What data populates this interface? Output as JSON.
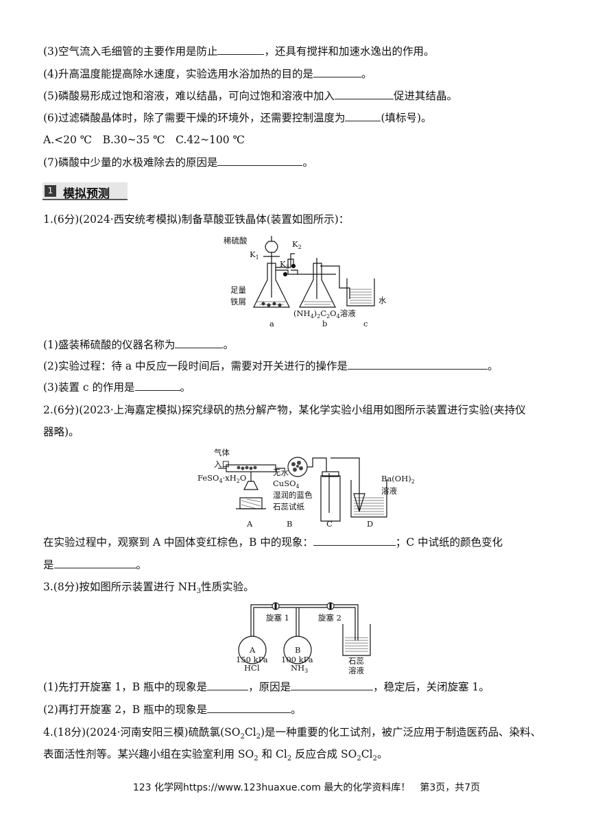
{
  "lines": {
    "q3": {
      "a": "(3)空气流入毛细管的主要作用是防止",
      "b": "，还具有搅拌和加速水逸出的作用。"
    },
    "q4": {
      "a": "(4)升高温度能提高除水速度，实验选用水浴加热的目的是",
      "b": "。"
    },
    "q5": {
      "a": "(5)磷酸易形成过饱和溶液，难以结晶，可向过饱和溶液中加入",
      "b": "促进其结晶。"
    },
    "q6": {
      "a": "(6)过滤磷酸晶体时，除了需要干燥的环境外，还需要控制温度为",
      "b": "(填标号)。"
    },
    "q6_options": "A.<20 ℃　B.30~35 ℃　C.42~100 ℃",
    "q7": {
      "a": "(7)磷酸中少量的水极难除去的原因是",
      "b": "。"
    }
  },
  "section": {
    "num": "1",
    "title": "模拟预测"
  },
  "p1": {
    "stem": "1.(6分)(2024·西安统考模拟)制备草酸亚铁晶体(装置如图所示)：",
    "s1": {
      "a": "(1)盛装稀硫酸的仪器名称为",
      "b": "。"
    },
    "s2": {
      "a": "(2)实验过程：待 a 中反应一段时间后，需要对开关进行的操作是",
      "b": "。"
    },
    "s3": {
      "a": "(3)装置 c 的作用是",
      "b": "。"
    },
    "fig": {
      "acid": "稀硫酸",
      "k1": "K",
      "k1s": "1",
      "k2": "K",
      "k2s": "2",
      "k3": "K",
      "k3s": "3",
      "iron1": "足量",
      "iron2": "铁屑",
      "sol_a": "(NH",
      "sol_b": "4",
      "sol_c": ")",
      "sol_d": "2",
      "sol_e": "C",
      "sol_f": "2",
      "sol_g": "O",
      "sol_h": "4",
      "sol_i": "溶液",
      "water": "水",
      "la": "a",
      "lb": "b",
      "lc": "c"
    }
  },
  "p2": {
    "stem1": "2.(6分)(2023·上海嘉定模拟)探究绿矾的热分解产物，某化学实验小组用如图所示装置进行实验(夹持仪",
    "stem2": "器略)。",
    "obs": {
      "a": "在实验过程中，观察到 A 中固体变红棕色，B 中的现象：",
      "b": "；C 中试纸的颜色变化"
    },
    "obs2": {
      "a": "是",
      "b": "。"
    },
    "fig": {
      "gas1": "气体",
      "gas2": "入口",
      "feso": "FeSO",
      "feso_s": "4",
      "feso_b": "·xH",
      "feso_s2": "2",
      "feso_c": "O",
      "anh": "无水",
      "cuso": "CuSO",
      "cuso_s": "4",
      "paper1": "湿润的蓝色",
      "paper2": "石蕊试纸",
      "ba": "Ba(OH)",
      "ba_s": "2",
      "ba2": "溶液",
      "la": "A",
      "lb": "B",
      "lc": "C",
      "ld": "D"
    }
  },
  "p3": {
    "stem": {
      "a": "3.(8分)按如图所示装置进行 NH",
      "s": "3",
      "b": "性质实验。"
    },
    "s1": {
      "a": "(1)先打开旋塞 1，B 瓶中的现象是",
      "b": "，原因是",
      "c": "，稳定后，关闭旋塞 1。"
    },
    "s2": {
      "a": "(2)再打开旋塞 2，B 瓶中的现象是",
      "b": "。"
    },
    "fig": {
      "valve1": "旋塞 1",
      "valve2": "旋塞 2",
      "a": "A",
      "b": "B",
      "pa": "150 kPa",
      "ga": "HCl",
      "pb": "100 kPa",
      "gb": "NH",
      "gb_s": "3",
      "lit1": "石蕊",
      "lit2": "溶液"
    }
  },
  "p4": {
    "l1a": "4.(18分)(2024·河南安阳三模)硫酰氯(SO",
    "l1s1": "2",
    "l1b": "Cl",
    "l1s2": "2",
    "l1c": ")是一种重要的化工试剂，被广泛应用于制造医药品、染料、",
    "l2a": "表面活性剂等。某兴趣小组在实验室利用 SO",
    "l2s1": "2",
    "l2b": " 和 Cl",
    "l2s2": "2",
    "l2c": " 反应合成 SO",
    "l2s3": "2",
    "l2d": "Cl",
    "l2s4": "2",
    "l2e": "。"
  },
  "footer": "123 化学网https://www.123huaxue.com 最大的化学资料库！　第3页，共7页"
}
